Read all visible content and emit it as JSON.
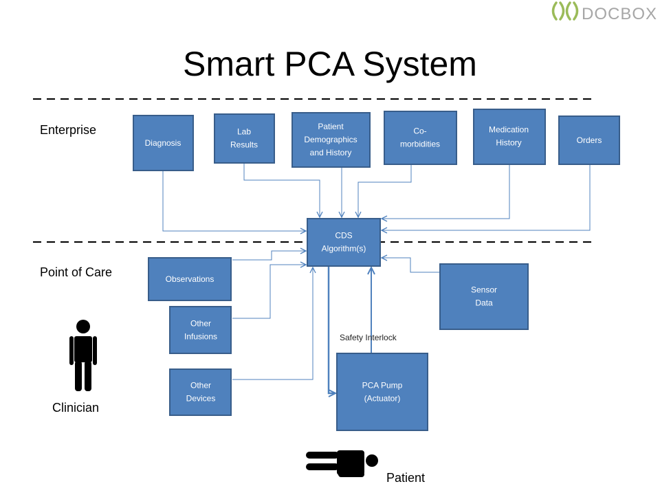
{
  "logo": {
    "text": "DOCBOX",
    "color": "#a6a6a6"
  },
  "title": "Smart PCA System",
  "zones": {
    "enterprise": "Enterprise",
    "point_of_care": "Point of Care"
  },
  "actors": {
    "clinician": "Clinician",
    "patient": "Patient"
  },
  "connector_label": "Safety Interlock",
  "colors": {
    "box_fill": "#4f81bd",
    "box_border": "#385d8a",
    "connector": "#4f81bd"
  },
  "boxes": {
    "diagnosis": [
      "Diagnosis"
    ],
    "lab_results": [
      "Lab",
      "Results"
    ],
    "patient_demographics": [
      "Patient",
      "Demographics",
      "and History"
    ],
    "comorbidities": [
      "Co-",
      "morbidities"
    ],
    "medication_history": [
      "Medication",
      "History"
    ],
    "orders": [
      "Orders"
    ],
    "cds": [
      "CDS",
      "Algorithm(s)"
    ],
    "observations": [
      "Observations"
    ],
    "other_infusions": [
      "Other",
      "Infusions"
    ],
    "other_devices": [
      "Other",
      "Devices"
    ],
    "sensor_data": [
      "Sensor",
      "Data"
    ],
    "pca_pump": [
      "PCA Pump",
      "(Actuator)"
    ]
  }
}
